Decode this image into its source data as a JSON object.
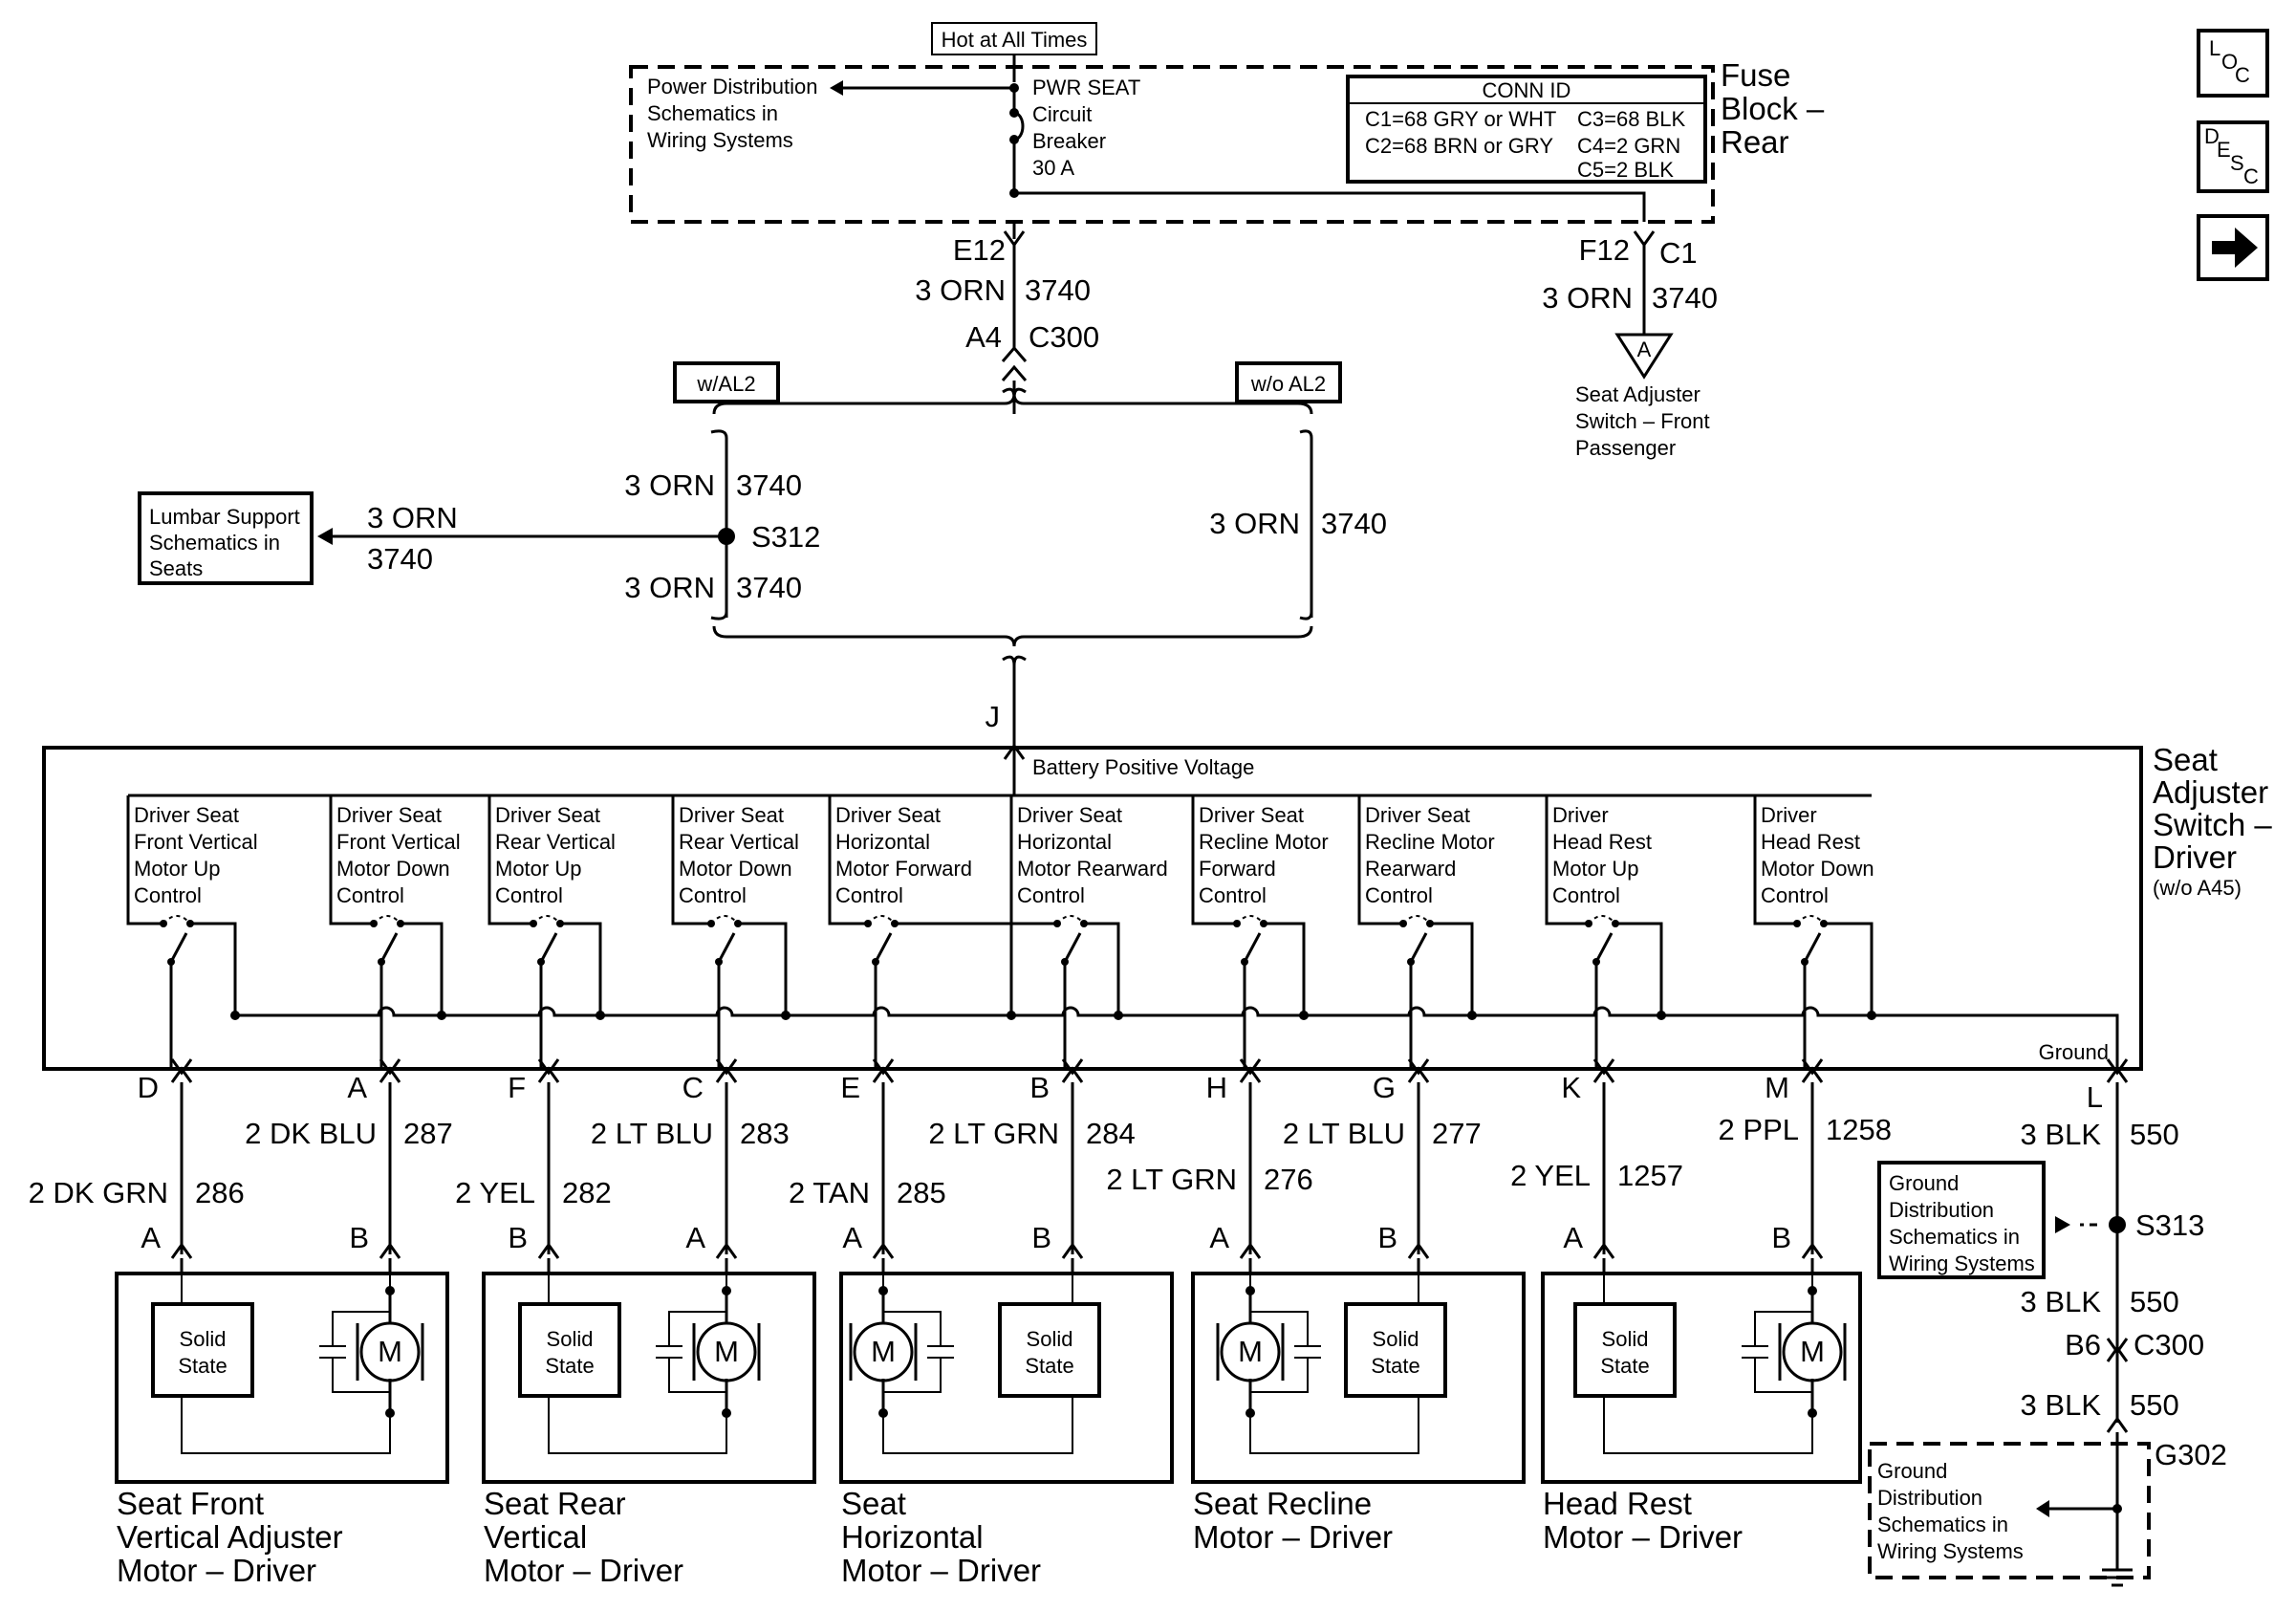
{
  "nav": {
    "loc": {
      "a": "L",
      "b": "O",
      "c": "C"
    },
    "desc": {
      "a": "D",
      "b": "E",
      "c": "S",
      "d": "C"
    },
    "next_icon": "right-arrow-icon"
  },
  "hot": "Hot at All Times",
  "fuse_block": {
    "title": [
      "Fuse",
      "Block –",
      "Rear"
    ],
    "power_dist": [
      "Power Distribution",
      "Schematics in",
      "Wiring Systems"
    ],
    "breaker": [
      "PWR SEAT",
      "Circuit",
      "Breaker",
      "30 A"
    ],
    "conn_id": {
      "title": "CONN ID",
      "lines": [
        "C1=68 GRY or WHT",
        "C3=68 BLK",
        "C2=68 BRN or GRY",
        "C4=2 GRN",
        "C5=2 BLK"
      ]
    }
  },
  "upper": {
    "e12": "E12",
    "wire_left": [
      "3 ORN",
      "3740"
    ],
    "a4": "A4",
    "c300": "C300",
    "f12": "F12",
    "c1": "C1",
    "wire_right": [
      "3 ORN",
      "3740"
    ],
    "conn_a": "A",
    "passenger": [
      "Seat Adjuster",
      "Switch – Front",
      "Passenger"
    ],
    "opt_with": "w/AL2",
    "opt_without": "w/o AL2",
    "lumbar": [
      "Lumbar Support",
      "Schematics in",
      "Seats"
    ],
    "lumbar_wire": [
      "3 ORN",
      "3740"
    ],
    "splice": "S312",
    "wa_top": [
      "3 ORN",
      "3740"
    ],
    "wa_bot": [
      "3 ORN",
      "3740"
    ],
    "wo": [
      "3 ORN",
      "3740"
    ],
    "j": "J"
  },
  "switch": {
    "title": [
      "Seat",
      "Adjuster",
      "Switch –",
      "Driver"
    ],
    "note": "(w/o A45)",
    "battery": "Battery Positive Voltage",
    "ground": "Ground",
    "controls": [
      [
        "Driver Seat",
        "Front Vertical",
        "Motor Up",
        "Control"
      ],
      [
        "Driver Seat",
        "Front Vertical",
        "Motor Down",
        "Control"
      ],
      [
        "Driver Seat",
        "Rear Vertical",
        "Motor Up",
        "Control"
      ],
      [
        "Driver Seat",
        "Rear Vertical",
        "Motor Down",
        "Control"
      ],
      [
        "Driver Seat",
        "Horizontal",
        "Motor Forward",
        "Control"
      ],
      [
        "Driver Seat",
        "Horizontal",
        "Motor Rearward",
        "Control"
      ],
      [
        "Driver Seat",
        "Recline Motor",
        "Forward",
        "Control"
      ],
      [
        "Driver Seat",
        "Recline Motor",
        "Rearward",
        "Control"
      ],
      [
        "Driver",
        "Head Rest",
        "Motor Up",
        "Control"
      ],
      [
        "Driver",
        "Head Rest",
        "Motor Down",
        "Control"
      ]
    ]
  },
  "pins": [
    "D",
    "A",
    "F",
    "C",
    "E",
    "B",
    "H",
    "G",
    "K",
    "M"
  ],
  "wires": [
    {
      "color": "2 DK GRN",
      "num": "286"
    },
    {
      "color": "2 DK BLU",
      "num": "287"
    },
    {
      "color": "2 YEL",
      "num": "282"
    },
    {
      "color": "2 LT BLU",
      "num": "283"
    },
    {
      "color": "2 TAN",
      "num": "285"
    },
    {
      "color": "2 LT GRN",
      "num": "284"
    },
    {
      "color": "2 LT GRN",
      "num": "276"
    },
    {
      "color": "2 LT BLU",
      "num": "277"
    },
    {
      "color": "2 YEL",
      "num": "1257"
    },
    {
      "color": "2 PPL",
      "num": "1258"
    }
  ],
  "motor_pins": [
    "A",
    "B",
    "B",
    "A",
    "A",
    "B",
    "A",
    "B",
    "A",
    "B"
  ],
  "motors": [
    {
      "name": [
        "Seat Front",
        "Vertical Adjuster",
        "Motor – Driver"
      ]
    },
    {
      "name": [
        "Seat Rear",
        "Vertical",
        "Motor – Driver"
      ]
    },
    {
      "name": [
        "Seat",
        "Horizontal",
        "Motor – Driver"
      ]
    },
    {
      "name": [
        "Seat Recline",
        "Motor – Driver"
      ]
    },
    {
      "name": [
        "Head Rest",
        "Motor – Driver"
      ]
    }
  ],
  "solid_state": [
    "Solid",
    "State"
  ],
  "motor_symbol": "M",
  "ground_side": {
    "pin": "L",
    "wire1": [
      "3 BLK",
      "550"
    ],
    "gd1": [
      "Ground",
      "Distribution",
      "Schematics in",
      "Wiring Systems"
    ],
    "splice": "S313",
    "wire2": [
      "3 BLK",
      "550"
    ],
    "b6": "B6",
    "c300": "C300",
    "wire3": [
      "3 BLK",
      "550"
    ],
    "g302": "G302",
    "gd2": [
      "Ground",
      "Distribution",
      "Schematics in",
      "Wiring Systems"
    ]
  }
}
